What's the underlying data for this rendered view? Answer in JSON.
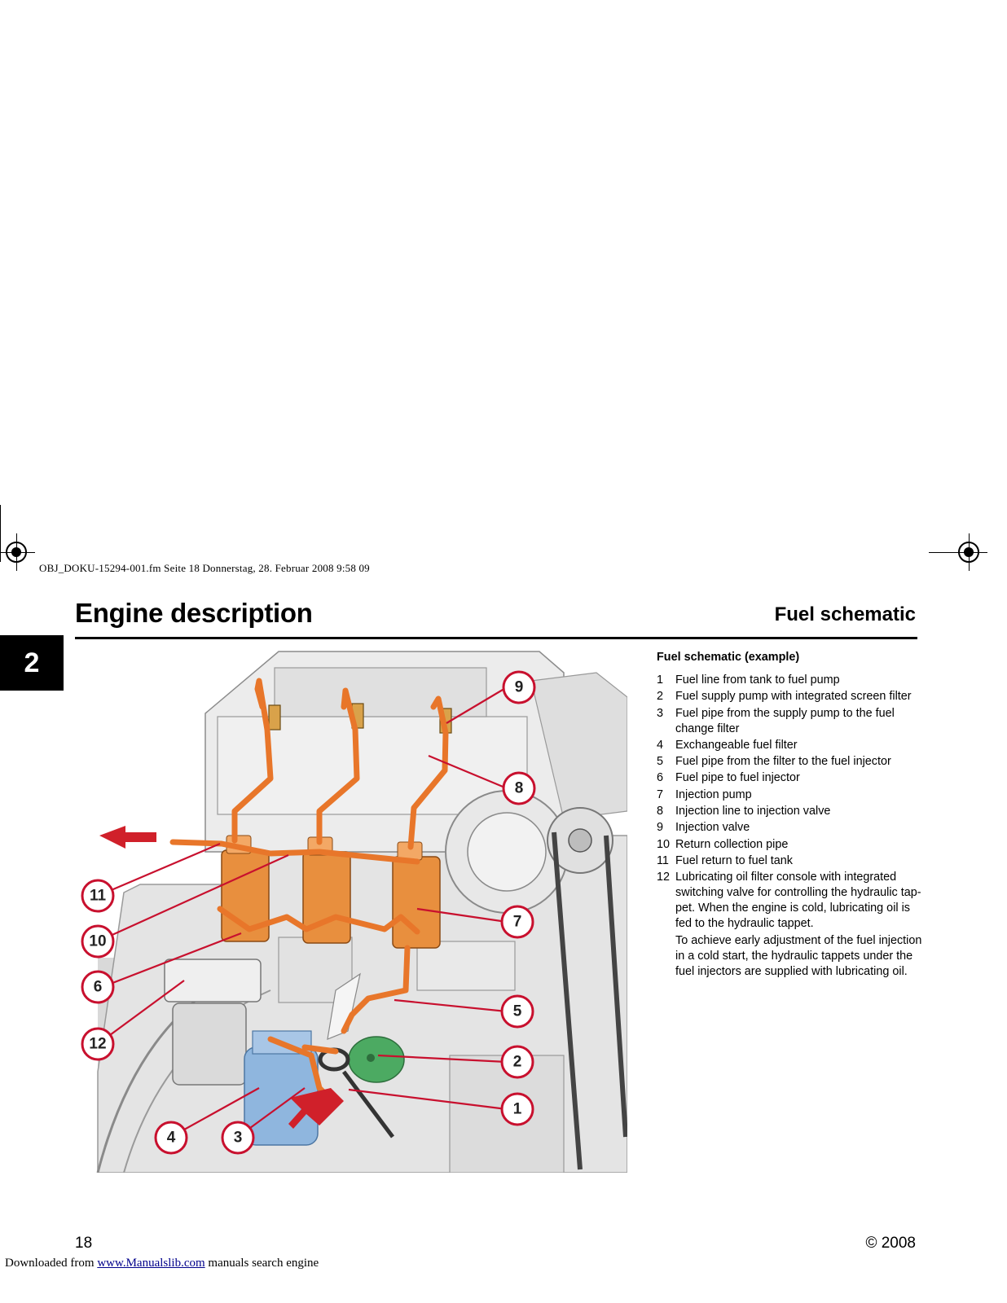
{
  "slug": "OBJ_DOKU-15294-001.fm  Seite 18  Donnerstag, 28. Februar 2008  9:58 09",
  "header": {
    "page_title": "Engine description",
    "section_title": "Fuel schematic"
  },
  "chapter_tab": "2",
  "legend": {
    "heading": "Fuel schematic (example)",
    "items": [
      {
        "num": "1",
        "text": "Fuel line from tank to fuel pump"
      },
      {
        "num": "2",
        "text": "Fuel supply pump with integrated screen filter"
      },
      {
        "num": "3",
        "text": "Fuel pipe from the supply pump to the fuel change filter"
      },
      {
        "num": "4",
        "text": "Exchangeable fuel filter"
      },
      {
        "num": "5",
        "text": "Fuel pipe from the filter to the fuel injector"
      },
      {
        "num": "6",
        "text": "Fuel pipe to fuel injector"
      },
      {
        "num": "7",
        "text": "Injection pump"
      },
      {
        "num": "8",
        "text": "Injection line to injection valve"
      },
      {
        "num": "9",
        "text": "Injection valve"
      },
      {
        "num": "10",
        "text": "Return collection pipe"
      },
      {
        "num": "11",
        "text": "Fuel return to fuel tank"
      },
      {
        "num": "12",
        "text": "Lubricating oil filter console with integrated switching valve for controlling the hydraulic tap-pet.              When the engine is cold, lubricating oil is fed to the hydraulic tappet."
      },
      {
        "num": "",
        "text": "To achieve early adjustment of the fuel injection in a cold start, the hydraulic tappets under the fuel injectors are supplied with lubricating oil."
      }
    ]
  },
  "figure": {
    "callouts": [
      "1",
      "2",
      "3",
      "4",
      "5",
      "6",
      "7",
      "8",
      "9",
      "10",
      "11",
      "12"
    ]
  },
  "footer": {
    "page_number": "18",
    "copyright": "© 2008",
    "downloaded_prefix": "Downloaded from ",
    "link_text": "www.Manualslib.com",
    "suffix": " manuals search engine"
  },
  "colors": {
    "fuel_line": "#e8762a",
    "callout_ring": "#c8102e",
    "filter_blue": "#8fb6de",
    "pump_green": "#4caa62",
    "engine_grey": "#e6e6e6"
  }
}
